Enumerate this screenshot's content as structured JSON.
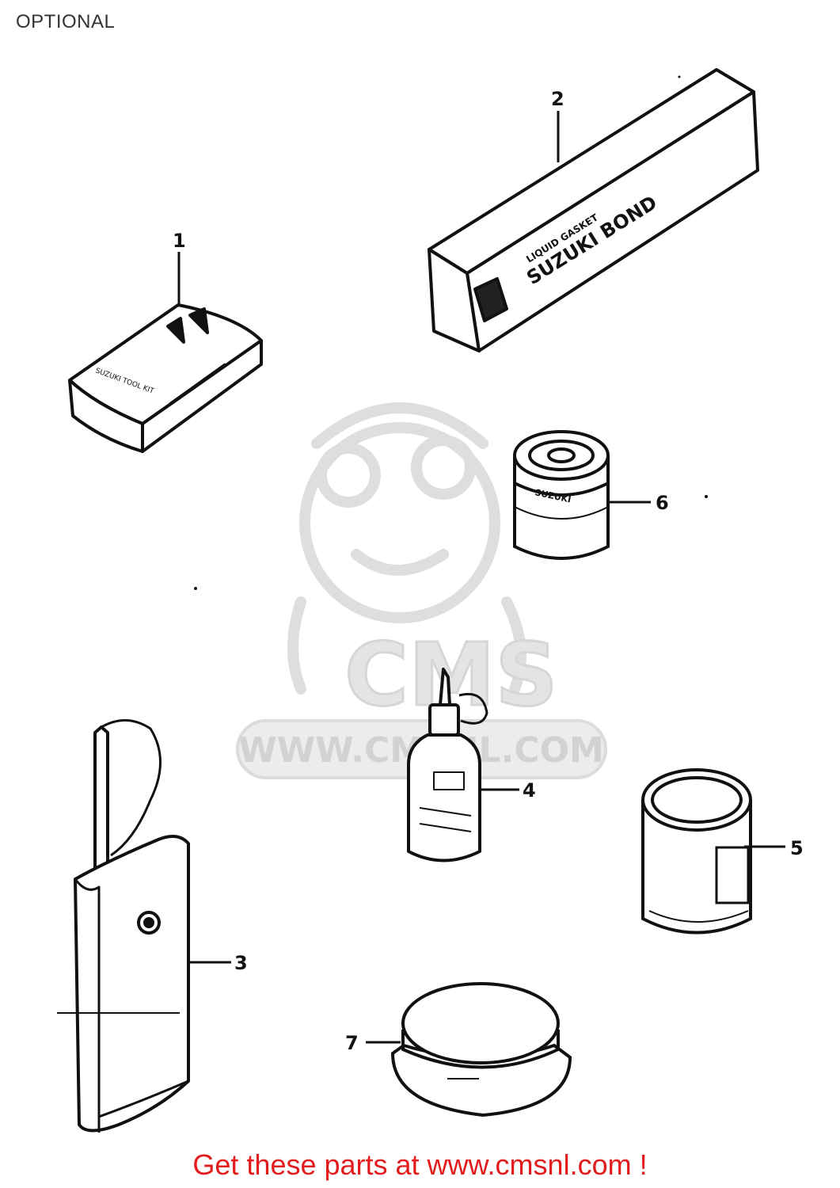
{
  "header": {
    "title": "OPTIONAL"
  },
  "callouts": [
    {
      "id": "1",
      "label": "1"
    },
    {
      "id": "2",
      "label": "2"
    },
    {
      "id": "3",
      "label": "3"
    },
    {
      "id": "4",
      "label": "4"
    },
    {
      "id": "5",
      "label": "5"
    },
    {
      "id": "6",
      "label": "6"
    },
    {
      "id": "7",
      "label": "7"
    }
  ],
  "package_text": {
    "bond_box_upper": "LIQUID GASKET",
    "bond_box_main": "SUZUKI BOND",
    "kit_case": "SUZUKI TOOL KIT",
    "can_6": "SUZUKI"
  },
  "watermark": {
    "brand": "CMS",
    "url": "WWW.CMSNL.COM"
  },
  "footer": {
    "link_text": "Get these parts at www.cmsnl.com !"
  },
  "colors": {
    "line": "#111111",
    "watermark": "#d6d6d6",
    "footer": "#e21c1c"
  }
}
